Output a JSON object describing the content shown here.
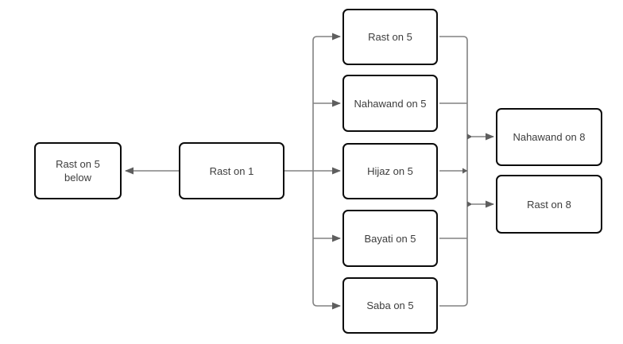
{
  "diagram": {
    "nodes": [
      {
        "id": "rast-on-5-below",
        "label": "Rast on 5",
        "label2": "below"
      },
      {
        "id": "rast-on-1",
        "label": "Rast on 1"
      },
      {
        "id": "rast-on-5",
        "label": "Rast on 5"
      },
      {
        "id": "nahawand-on-5",
        "label": "Nahawand on 5"
      },
      {
        "id": "hijaz-on-5",
        "label": "Hijaz on 5"
      },
      {
        "id": "bayati-on-5",
        "label": "Bayati on 5"
      },
      {
        "id": "saba-on-5",
        "label": "Saba on 5"
      },
      {
        "id": "nahawand-on-8",
        "label": "Nahawand on 8"
      },
      {
        "id": "rast-on-8",
        "label": "Rast on 8"
      }
    ],
    "edges": [
      {
        "from": "rast-on-1",
        "to": "rast-on-5-below"
      },
      {
        "from": "rast-on-1",
        "to": "rast-on-5"
      },
      {
        "from": "rast-on-1",
        "to": "nahawand-on-5"
      },
      {
        "from": "rast-on-1",
        "to": "hijaz-on-5"
      },
      {
        "from": "rast-on-1",
        "to": "bayati-on-5"
      },
      {
        "from": "rast-on-1",
        "to": "saba-on-5"
      },
      {
        "from": [
          "rast-on-5",
          "nahawand-on-5",
          "hijaz-on-5",
          "bayati-on-5",
          "saba-on-5"
        ],
        "to": [
          "nahawand-on-8",
          "rast-on-8"
        ]
      }
    ],
    "colors": {
      "background": "#ffffff",
      "node_fill": "#ffffff",
      "node_border": "#0b0b0b",
      "connector": "#828282",
      "arrowhead": "#5e5e5e",
      "text": "#3d3d3d"
    }
  }
}
